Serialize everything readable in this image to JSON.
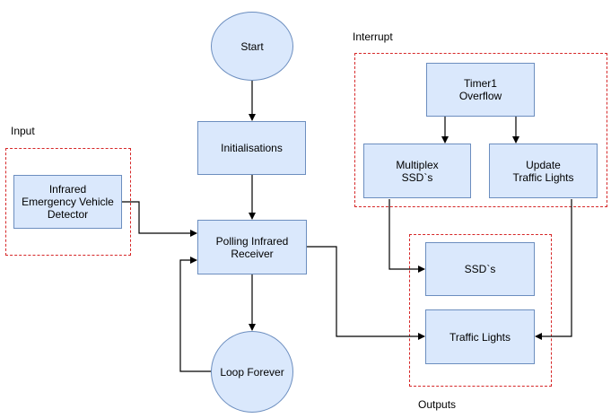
{
  "colors": {
    "node_fill": "#dae8fc",
    "node_border": "#6c8ebf",
    "group_border": "#d62728",
    "edge": "#000000"
  },
  "groups": {
    "input": "Input",
    "interrupt": "Interrupt",
    "outputs": "Outputs"
  },
  "nodes": {
    "start": "Start",
    "initialisations": "Initialisations",
    "infrared_detector": "Infrared\nEmergency Vehicle\nDetector",
    "polling": "Polling Infrared\nReceiver",
    "loop_forever": "Loop Forever",
    "timer1": "Timer1\nOverflow",
    "multiplex": "Multiplex\nSSD`s",
    "update_lights": "Update\nTraffic Lights",
    "ssds": "SSD`s",
    "traffic_lights": "Traffic Lights"
  }
}
